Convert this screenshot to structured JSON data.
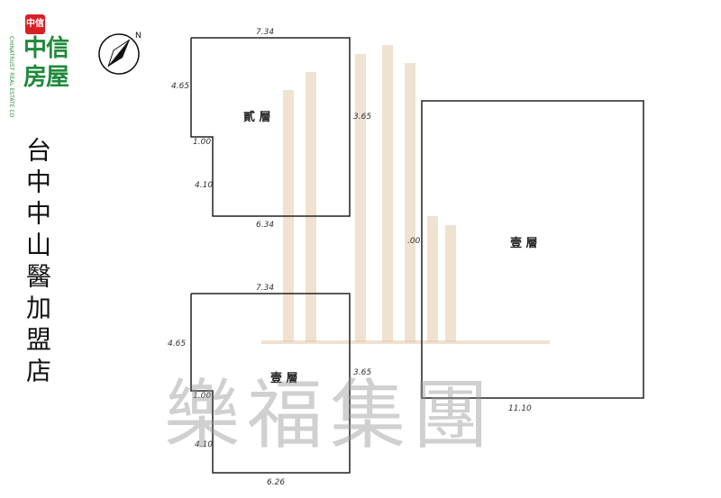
{
  "logo": {
    "badge": "中信",
    "line1": "中信",
    "line2": "房屋",
    "vertical_text": "CHINATRUST REAL ESTATE CO."
  },
  "compass": {
    "north_label": "N"
  },
  "store_name": "台中中山醫加盟店",
  "watermark": {
    "text": "樂福集團"
  },
  "floor2": {
    "label": "貳 層",
    "dims": {
      "top": "7.34",
      "left_upper": "4.65",
      "right": "3.65",
      "notch": "1.00",
      "left_lower": "4.10",
      "bottom": "6.34"
    }
  },
  "floor1": {
    "label": "壹 層",
    "dims": {
      "top": "7.34",
      "left_upper": "4.65",
      "right": "3.65",
      "notch": "1.00",
      "left_lower": "4.10",
      "bottom": "6.26"
    }
  },
  "site": {
    "label": "壹 層",
    "dims": {
      "left": ".00",
      "bottom": "11.10"
    }
  }
}
